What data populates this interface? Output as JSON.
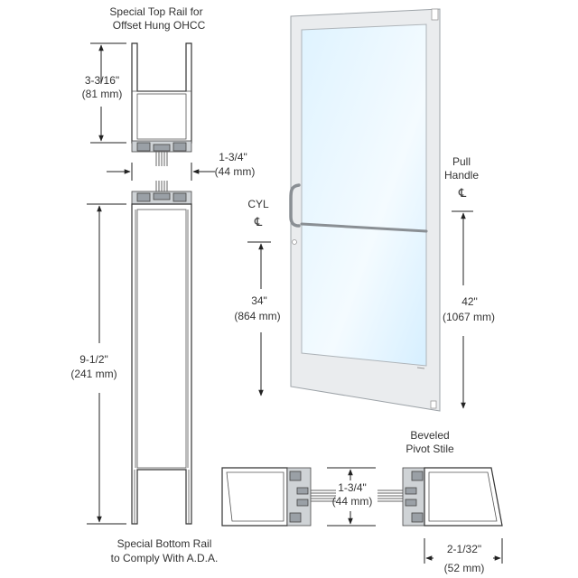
{
  "labels": {
    "top_rail": [
      "Special Top Rail for",
      "Offset Hung OHCC"
    ],
    "top_rail_dim": [
      "3-3/16\"",
      "(81 mm)"
    ],
    "depth_dim": [
      "1-3/4\"",
      "(44 mm)"
    ],
    "bottom_rail_dim": [
      "9-1/2\"",
      "(241 mm)"
    ],
    "bottom_rail": [
      "Special Bottom Rail",
      "to Comply With A.D.A."
    ],
    "cyl": [
      "CYL",
      "℄"
    ],
    "cyl_dim": [
      "34\"",
      "(864 mm)"
    ],
    "pull_handle": [
      "Pull",
      "Handle",
      "℄"
    ],
    "pull_dim": [
      "42\"",
      "(1067 mm)"
    ],
    "beveled": [
      "Beveled",
      "Pivot Stile"
    ],
    "stile_depth_dim": [
      "1-3/4\"",
      "(44 mm)"
    ],
    "stile_width_dim": [
      "2-1/32\"",
      "(52 mm)"
    ]
  }
}
